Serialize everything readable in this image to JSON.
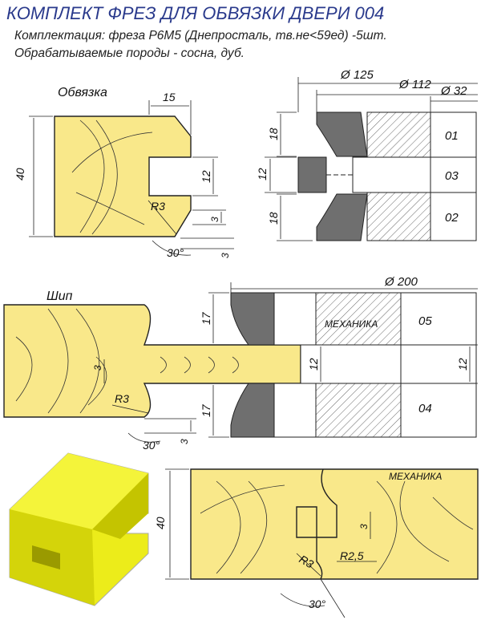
{
  "title": "КОМПЛЕКТ ФРЕЗ ДЛЯ ОБВЯЗКИ ДВЕРИ 004",
  "line1": "Комплектация: фреза Р6М5 (Днепросталь, тв.не<59ед) -5шт.",
  "line2": "Обрабатываемые породы - сосна, дуб.",
  "obvyazka": {
    "heading": "Обвязка",
    "dims": {
      "height": "40",
      "width": "15",
      "groove": "12",
      "radius": "R3",
      "step": "3",
      "angle": "30°"
    }
  },
  "cutter_top": {
    "diam_outer": "Ø 125",
    "diam_mid": "Ø 112",
    "diam_bore": "Ø 32",
    "h_top": "18",
    "h_mid": "12",
    "h_bot": "18",
    "parts": [
      "01",
      "03",
      "02"
    ]
  },
  "ship": {
    "heading": "Шип",
    "diam": "Ø 200",
    "h_top": "17",
    "h_bot": "17",
    "tenon": "12",
    "tenon_right": "12",
    "step": "3",
    "radius": "R3",
    "step2": "3",
    "angle": "30°",
    "watermark": "МЕХАНИКА",
    "parts": [
      "05",
      "04"
    ]
  },
  "joint": {
    "height": "40",
    "step": "3",
    "r1": "R3",
    "r2": "R2,5",
    "angle": "30°",
    "watermark": "МЕХАНИКА"
  },
  "colors": {
    "wood": "#f9e88a",
    "metal": "#6f6f6f",
    "model": "#ecec1a",
    "title": "#2a3a8c"
  }
}
